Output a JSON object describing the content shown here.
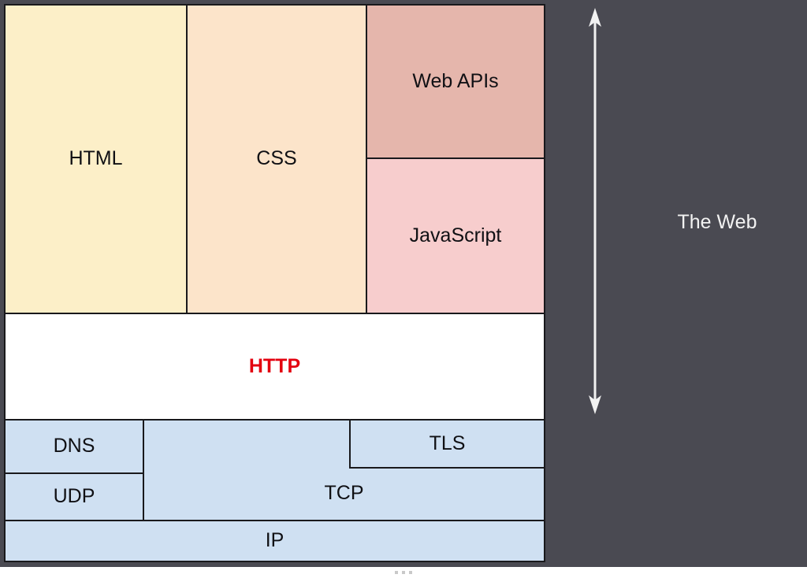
{
  "background_color": "#4a4a52",
  "diagram": {
    "title_region": "web-technology-stack",
    "layers": [
      {
        "name": "presentation",
        "boxes": [
          {
            "label": "HTML",
            "color": "#fcefc8"
          },
          {
            "label": "CSS",
            "color": "#fce4ca"
          },
          {
            "label": "Web APIs",
            "color": "#e5b6ac"
          },
          {
            "label": "JavaScript",
            "color": "#f7cdcd"
          }
        ]
      },
      {
        "name": "application-protocol",
        "boxes": [
          {
            "label": "HTTP",
            "color": "#ffffff",
            "text_color": "#e3000f",
            "emphasis": "bold"
          }
        ]
      },
      {
        "name": "transport-network",
        "boxes": [
          {
            "label": "DNS",
            "color": "#cfe0f2"
          },
          {
            "label": "UDP",
            "color": "#cfe0f2"
          },
          {
            "label": "TCP",
            "color": "#cfe0f2"
          },
          {
            "label": "TLS",
            "color": "#cfe0f2"
          },
          {
            "label": "IP",
            "color": "#cfe0f2"
          }
        ]
      }
    ]
  },
  "annotation": {
    "arrow": {
      "icon": "double-headed-vertical-arrow",
      "color": "#f2f2f2"
    },
    "label": "The Web",
    "label_color": "#f2f2f2"
  },
  "bottom_bar": {
    "icon": "three-dots-handle",
    "dot_count": 3,
    "color": "#c9c9c9"
  }
}
